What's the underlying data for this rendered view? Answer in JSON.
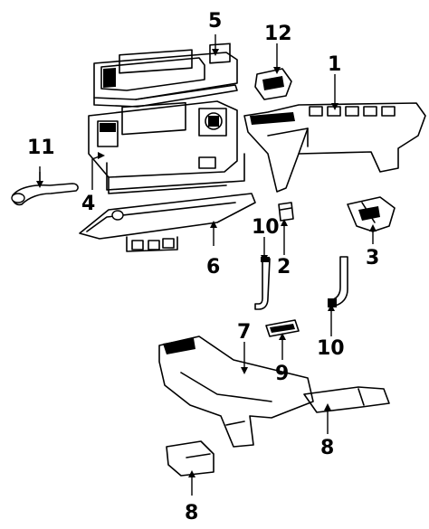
{
  "diagram": {
    "callouts": [
      {
        "id": "1",
        "text": "1"
      },
      {
        "id": "2",
        "text": "2"
      },
      {
        "id": "3",
        "text": "3"
      },
      {
        "id": "4",
        "text": "4"
      },
      {
        "id": "5",
        "text": "5"
      },
      {
        "id": "6",
        "text": "6"
      },
      {
        "id": "7",
        "text": "7"
      },
      {
        "id": "8a",
        "text": "8"
      },
      {
        "id": "8b",
        "text": "8"
      },
      {
        "id": "9",
        "text": "9"
      },
      {
        "id": "10a",
        "text": "10"
      },
      {
        "id": "10b",
        "text": "10"
      },
      {
        "id": "11",
        "text": "11"
      },
      {
        "id": "12",
        "text": "12"
      }
    ]
  }
}
